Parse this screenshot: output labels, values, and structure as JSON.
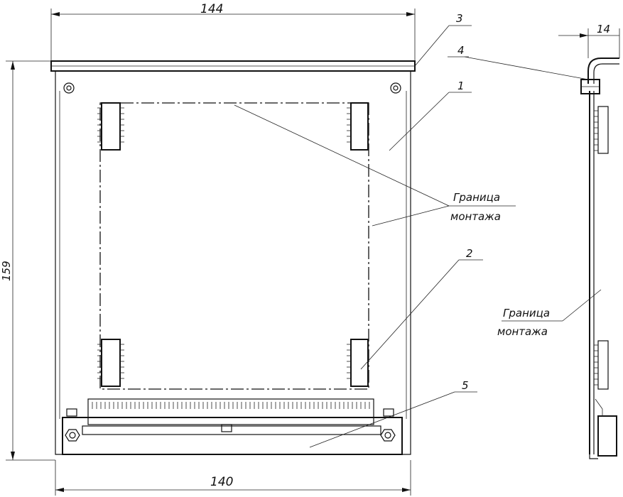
{
  "dimensions": {
    "top_width": "144",
    "height": "159",
    "bottom_width": "140",
    "side_offset": "14"
  },
  "callouts": {
    "c1": "1",
    "c2": "2",
    "c3": "3",
    "c4": "4",
    "c5": "5"
  },
  "notes": {
    "mount_boundary_line1": "Граница",
    "mount_boundary_line2": "монтажа"
  }
}
